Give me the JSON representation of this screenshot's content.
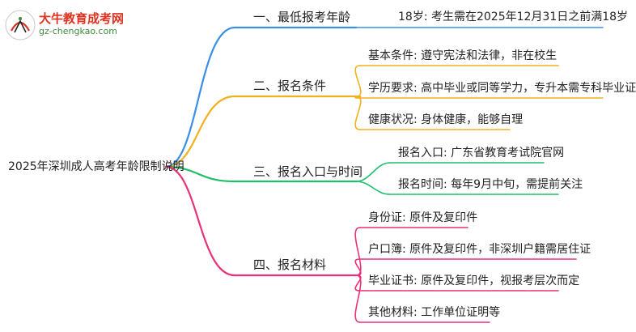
{
  "logo": {
    "title": "大牛教育成考网",
    "url": "gz-chengkao.com",
    "badge_text": "大牛"
  },
  "root": {
    "label": "2025年深圳成人高考年龄限制说明"
  },
  "colors": {
    "branch1": "#3a8ee6",
    "branch2": "#f2b01e",
    "branch3": "#1fbf6a",
    "branch4": "#e8317a"
  },
  "branches": [
    {
      "label": "一、最低报考年龄",
      "children": [
        "18岁: 考生需在2025年12月31日之前满18岁"
      ]
    },
    {
      "label": "二、报名条件",
      "children": [
        "基本条件: 遵守宪法和法律，非在校生",
        "学历要求: 高中毕业或同等学力，专升本需专科毕业证",
        "健康状况: 身体健康，能够自理"
      ]
    },
    {
      "label": "三、报名入口与时间",
      "children": [
        "报名入口: 广东省教育考试院官网",
        "报名时间: 每年9月中旬，需提前关注"
      ]
    },
    {
      "label": "四、报名材料",
      "children": [
        "身份证: 原件及复印件",
        "户口簿: 原件及复印件，非深圳户籍需居住证",
        "毕业证书: 原件及复印件，视报考层次而定",
        "其他材料: 工作单位证明等"
      ]
    }
  ]
}
